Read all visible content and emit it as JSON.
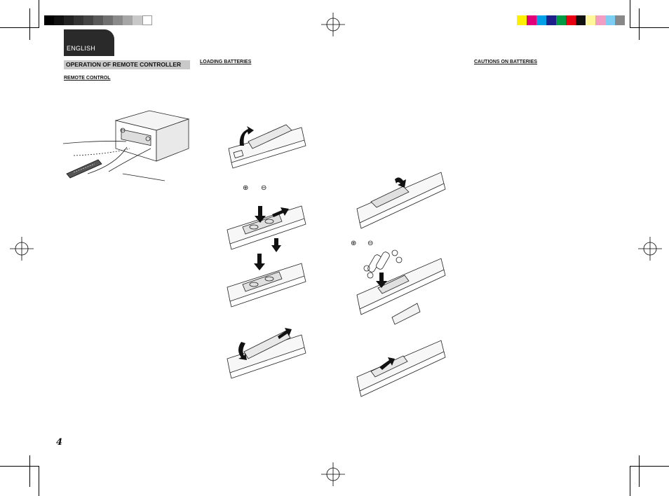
{
  "header": {
    "language_tab": "ENGLISH",
    "grayscale_bar": [
      "#000000",
      "#101010",
      "#222222",
      "#333333",
      "#444444",
      "#595959",
      "#707070",
      "#8a8a8a",
      "#a6a6a6",
      "#c8c8c8",
      "#ffffff"
    ],
    "color_bar": [
      "#ffef00",
      "#e2007a",
      "#00a0e9",
      "#1d2088",
      "#009944",
      "#e60012",
      "#111111",
      "#fff799",
      "#f19ec2",
      "#7ecef4",
      "#888888"
    ]
  },
  "left_column": {
    "section_title": "OPERATION OF REMOTE CONTROLLER",
    "subheading": "REMOTE CONTROL"
  },
  "middle_column": {
    "subheading": "LOADING BATTERIES",
    "plus_symbol": "⊕",
    "minus_symbol": "⊖"
  },
  "second_procedure": {
    "plus_symbol": "⊕",
    "minus_symbol": "⊖"
  },
  "right_column": {
    "subheading": "CAUTIONS ON BATTERIES"
  },
  "footer": {
    "page_number": "4"
  }
}
